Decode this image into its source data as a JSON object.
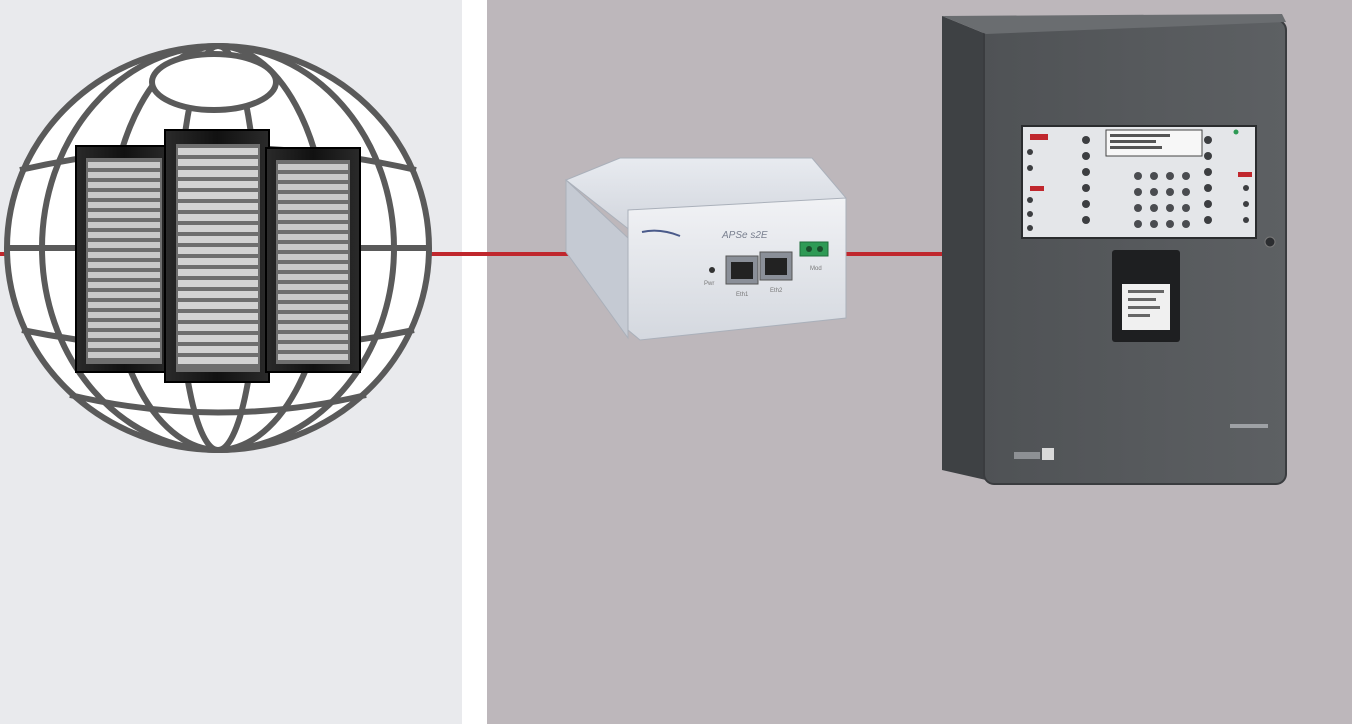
{
  "diagram": {
    "nodes": [
      {
        "id": "network",
        "kind": "server-racks-in-globe",
        "icon": "globe-servers-icon"
      },
      {
        "id": "gateway",
        "kind": "ethernet-interface-box",
        "icon": "interface-box-icon"
      },
      {
        "id": "panel",
        "kind": "control-panel-cabinet",
        "icon": "control-panel-icon"
      }
    ],
    "links": [
      {
        "from": "network",
        "to": "gateway",
        "color": "#c0272d"
      },
      {
        "from": "gateway",
        "to": "panel",
        "color": "#c0272d"
      }
    ],
    "colors": {
      "left_background": "#e9eaed",
      "right_background": "#bdb7bb",
      "link": "#c0272d",
      "globe_stroke": "#5a5a5a",
      "cabinet": "#55585b",
      "gateway_body": "#dfe2e8"
    }
  },
  "gateway_labels": {
    "model": "APSe s2E",
    "port1": "Eth1",
    "port2": "Eth2",
    "power_label": "Pwr",
    "status_label": "Mod"
  }
}
